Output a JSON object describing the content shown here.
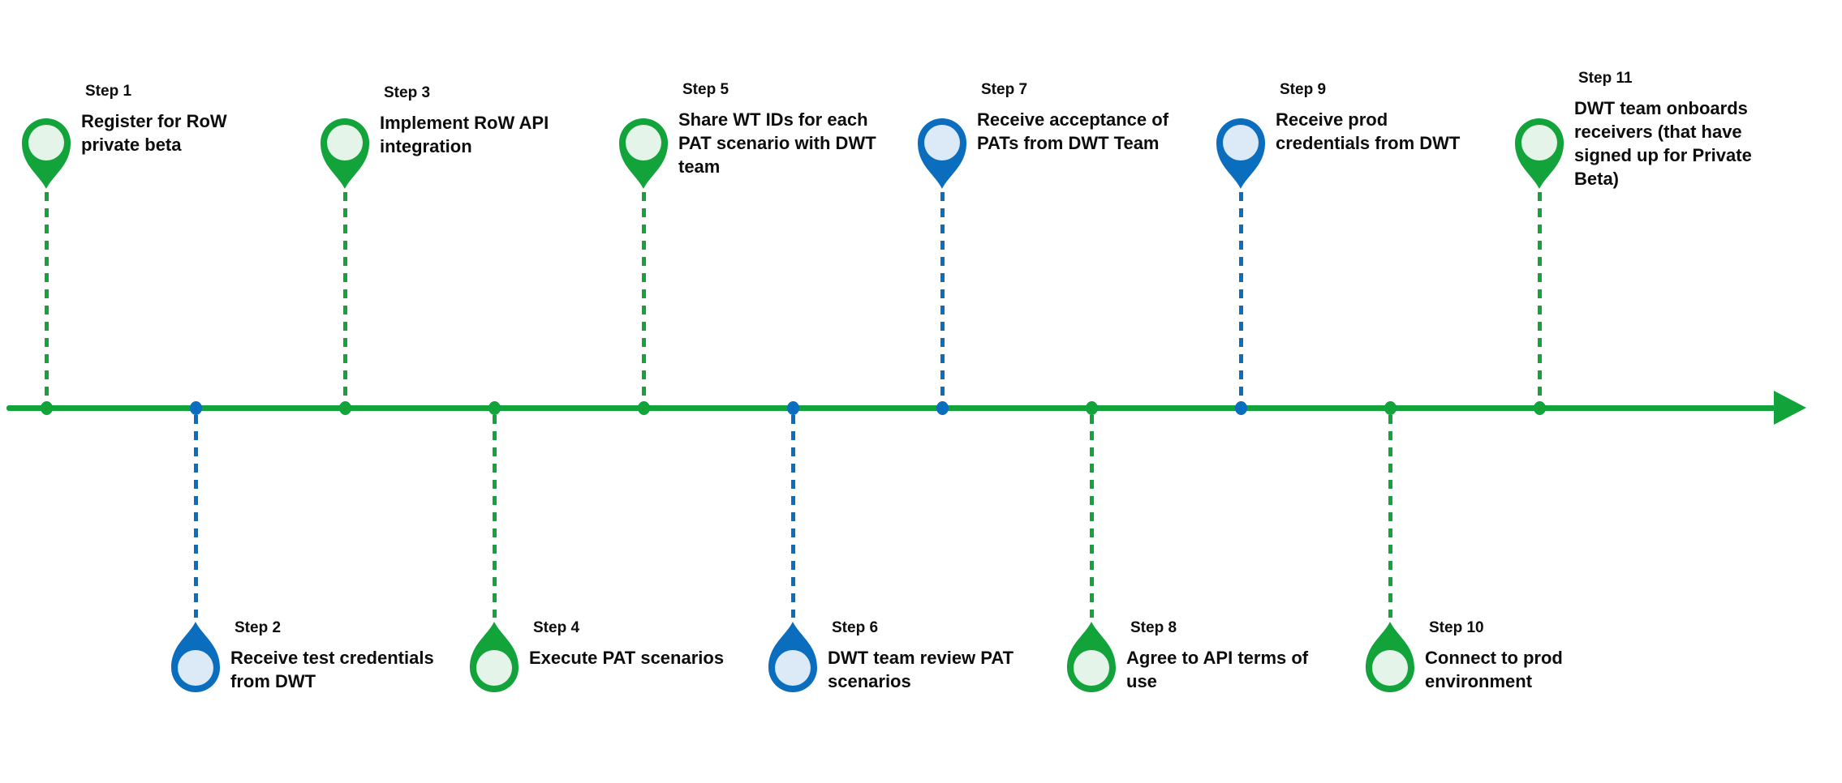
{
  "diagram": {
    "kind": "process-timeline",
    "step_count": 11
  },
  "colors": {
    "green": "#12A33B",
    "green_light": "#E5F4E9",
    "blue": "#0A6DBD",
    "blue_light": "#DCEAF7",
    "text": "#0D0D0D"
  },
  "timeline": {
    "axis_color": "green",
    "arrow_direction": "right"
  },
  "steps": [
    {
      "label": "Step 1",
      "title": "Register for RoW private beta",
      "color": "green",
      "side": "above"
    },
    {
      "label": "Step 2",
      "title": "Receive test credentials from DWT",
      "color": "blue",
      "side": "below"
    },
    {
      "label": "Step 3",
      "title": "Implement RoW API integration",
      "color": "green",
      "side": "above"
    },
    {
      "label": "Step 4",
      "title": "Execute PAT scenarios",
      "color": "green",
      "side": "below"
    },
    {
      "label": "Step 5",
      "title": "Share WT IDs for each PAT scenario with DWT team",
      "color": "green",
      "side": "above"
    },
    {
      "label": "Step 6",
      "title": "DWT team review PAT scenarios",
      "color": "blue",
      "side": "below"
    },
    {
      "label": "Step 7",
      "title": "Receive acceptance of PATs from DWT Team",
      "color": "blue",
      "side": "above"
    },
    {
      "label": "Step 8",
      "title": "Agree to API terms of use",
      "color": "green",
      "side": "below"
    },
    {
      "label": "Step 9",
      "title": "Receive prod credentials from DWT",
      "color": "blue",
      "side": "above"
    },
    {
      "label": "Step 10",
      "title": "Connect to prod environment",
      "color": "green",
      "side": "below"
    },
    {
      "label": "Step 11",
      "title": "DWT team onboards receivers (that have signed up for Private Beta)",
      "color": "green",
      "side": "above"
    }
  ]
}
